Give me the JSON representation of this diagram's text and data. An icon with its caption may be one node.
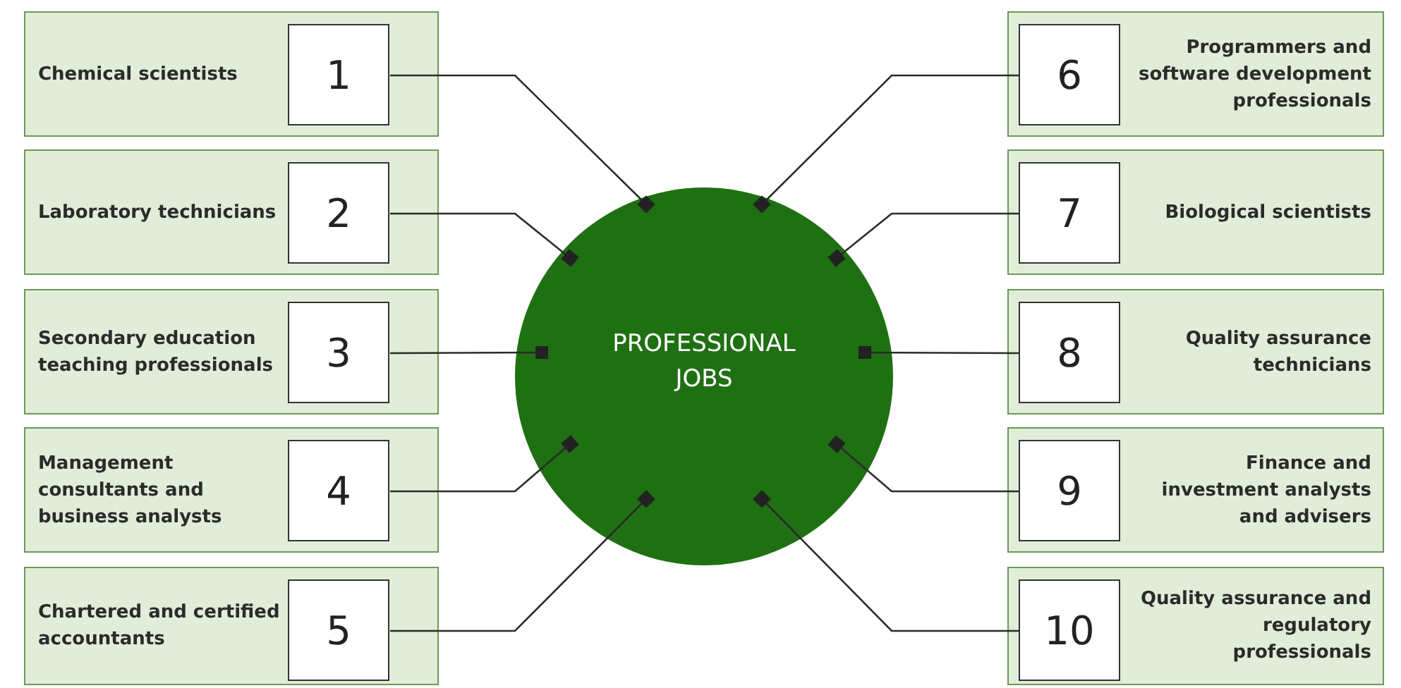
{
  "diagram": {
    "nodes": [
      {
        "text": [
          "Chemical scientists"
        ]
      },
      {
        "text": [
          "1"
        ],
        "in": 0
      },
      {
        "text": [
          "Laboratory technicians"
        ]
      },
      {
        "text": [
          "2"
        ],
        "in": 2
      },
      {
        "text": [
          "Secondary education teaching professionals"
        ]
      },
      {
        "text": [
          "3"
        ],
        "in": 4
      },
      {
        "text": [
          "Management consultants and business analysts"
        ]
      },
      {
        "text": [
          "4"
        ],
        "in": 6
      },
      {
        "text": [
          "Chartered and certified accountants"
        ]
      },
      {
        "text": [
          "5"
        ],
        "in": 8
      },
      {
        "text": [
          "PROFESSIONAL JOBS"
        ]
      },
      {
        "text": [
          "Programmers and software development professionals"
        ]
      },
      {
        "text": [
          "6"
        ],
        "in": 11
      },
      {
        "text": [
          "Biological scientists"
        ]
      },
      {
        "text": [
          "7"
        ],
        "in": 13
      },
      {
        "text": [
          "Quality assurance technicians"
        ]
      },
      {
        "text": [
          "8"
        ],
        "in": 15
      },
      {
        "text": [
          "Finance and investment analysts and advisers"
        ]
      },
      {
        "text": [
          "9"
        ],
        "in": 17
      },
      {
        "text": [
          "Quality assurance and regulatory professionals"
        ]
      },
      {
        "text": [
          "10"
        ],
        "in": 19
      }
    ],
    "edges": [
      {
        "from": 1,
        "to": 10,
        "arrow": "other"
      },
      {
        "from": 3,
        "to": 10,
        "arrow": "other"
      },
      {
        "from": 5,
        "to": 10,
        "arrow": "other"
      },
      {
        "from": 7,
        "to": 10,
        "arrow": "other"
      },
      {
        "from": 9,
        "to": 10,
        "arrow": "other"
      },
      {
        "from": 12,
        "to": 10,
        "arrow": "other"
      },
      {
        "from": 14,
        "to": 10,
        "arrow": "other"
      },
      {
        "from": 16,
        "to": 10,
        "arrow": "other"
      },
      {
        "from": 18,
        "to": 10,
        "arrow": "other"
      },
      {
        "from": 20,
        "to": 10,
        "arrow": "other"
      }
    ]
  }
}
